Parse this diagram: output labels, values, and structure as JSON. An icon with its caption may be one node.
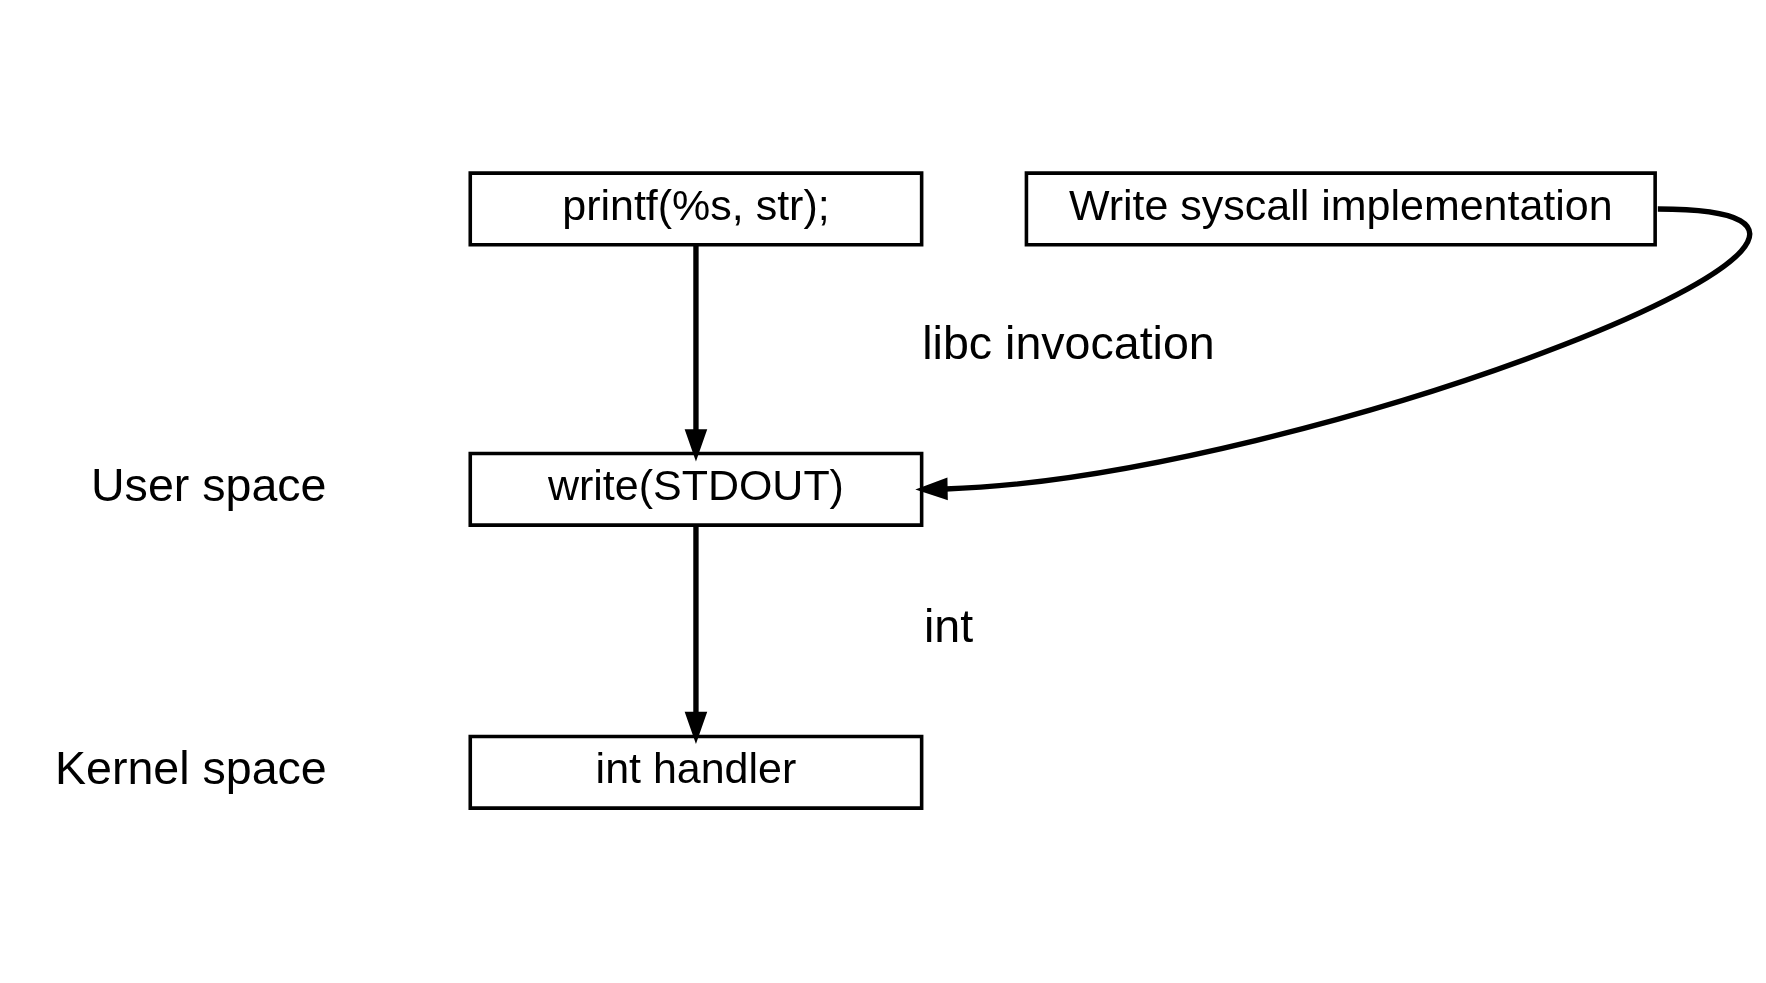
{
  "diagram": {
    "nodes": [
      {
        "text": [
          "printf(%s, str);"
        ]
      },
      {
        "text": [
          "write(STDOUT)"
        ]
      },
      {
        "text": [
          "int handler"
        ]
      },
      {
        "text": [
          "Write syscall implementation"
        ]
      }
    ],
    "edges": [
      {
        "from": 0,
        "to": 1,
        "arrow": "to"
      },
      {
        "from": 1,
        "to": 2,
        "arrow": "to"
      },
      {
        "from": 3,
        "to": 1,
        "arrow": "to"
      }
    ],
    "labels": [
      "libc invocation",
      "User space",
      "int",
      "Kernel space"
    ]
  }
}
